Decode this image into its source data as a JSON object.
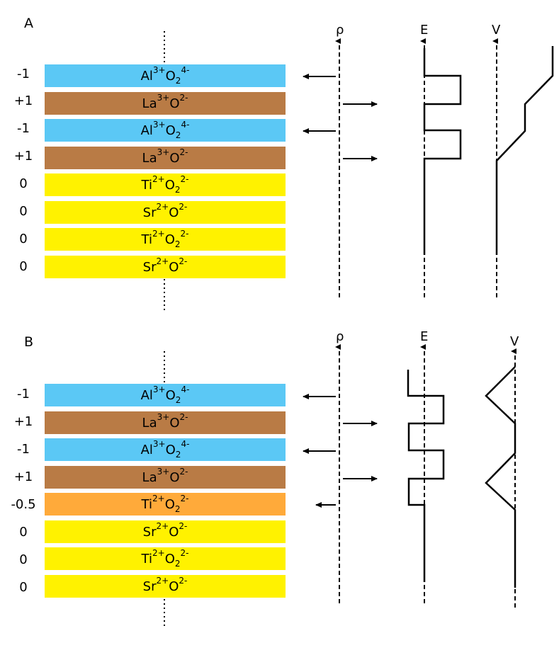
{
  "panels": [
    {
      "id": "A",
      "label": "A",
      "axes": {
        "rho": "ρ",
        "E": "E",
        "V": "V"
      },
      "layers": [
        {
          "charge": "-1",
          "cation": "Al",
          "cation_charge": "3+",
          "anion": "O",
          "anion_sub": "2",
          "anion_charge": "4-",
          "color": "#5BC8F5"
        },
        {
          "charge": "+1",
          "cation": "La",
          "cation_charge": "3+",
          "anion": "O",
          "anion_sub": "",
          "anion_charge": "2-",
          "color": "#B97B45"
        },
        {
          "charge": "-1",
          "cation": "Al",
          "cation_charge": "3+",
          "anion": "O",
          "anion_sub": "2",
          "anion_charge": "4-",
          "color": "#5BC8F5"
        },
        {
          "charge": "+1",
          "cation": "La",
          "cation_charge": "3+",
          "anion": "O",
          "anion_sub": "",
          "anion_charge": "2-",
          "color": "#B97B45"
        },
        {
          "charge": "0",
          "cation": "Ti",
          "cation_charge": "2+",
          "anion": "O",
          "anion_sub": "2",
          "anion_charge": "2-",
          "color": "#FFF200"
        },
        {
          "charge": "0",
          "cation": "Sr",
          "cation_charge": "2+",
          "anion": "O",
          "anion_sub": "",
          "anion_charge": "2-",
          "color": "#FFF200"
        },
        {
          "charge": "0",
          "cation": "Ti",
          "cation_charge": "2+",
          "anion": "O",
          "anion_sub": "2",
          "anion_charge": "2-",
          "color": "#FFF200"
        },
        {
          "charge": "0",
          "cation": "Sr",
          "cation_charge": "2+",
          "anion": "O",
          "anion_sub": "",
          "anion_charge": "2-",
          "color": "#FFF200"
        }
      ]
    },
    {
      "id": "B",
      "label": "B",
      "axes": {
        "rho": "ρ",
        "E": "E",
        "V": "V"
      },
      "layers": [
        {
          "charge": "-1",
          "cation": "Al",
          "cation_charge": "3+",
          "anion": "O",
          "anion_sub": "2",
          "anion_charge": "4-",
          "color": "#5BC8F5"
        },
        {
          "charge": "+1",
          "cation": "La",
          "cation_charge": "3+",
          "anion": "O",
          "anion_sub": "",
          "anion_charge": "2-",
          "color": "#B97B45"
        },
        {
          "charge": "-1",
          "cation": "Al",
          "cation_charge": "3+",
          "anion": "O",
          "anion_sub": "2",
          "anion_charge": "4-",
          "color": "#5BC8F5"
        },
        {
          "charge": "+1",
          "cation": "La",
          "cation_charge": "3+",
          "anion": "O",
          "anion_sub": "",
          "anion_charge": "2-",
          "color": "#B97B45"
        },
        {
          "charge": "-0.5",
          "cation": "Ti",
          "cation_charge": "2+",
          "anion": "O",
          "anion_sub": "2",
          "anion_charge": "2-",
          "color": "#FFAA3A"
        },
        {
          "charge": "0",
          "cation": "Sr",
          "cation_charge": "2+",
          "anion": "O",
          "anion_sub": "",
          "anion_charge": "2-",
          "color": "#FFF200"
        },
        {
          "charge": "0",
          "cation": "Ti",
          "cation_charge": "2+",
          "anion": "O",
          "anion_sub": "2",
          "anion_charge": "2-",
          "color": "#FFF200"
        },
        {
          "charge": "0",
          "cation": "Sr",
          "cation_charge": "2+",
          "anion": "O",
          "anion_sub": "",
          "anion_charge": "2-",
          "color": "#FFF200"
        }
      ]
    }
  ]
}
